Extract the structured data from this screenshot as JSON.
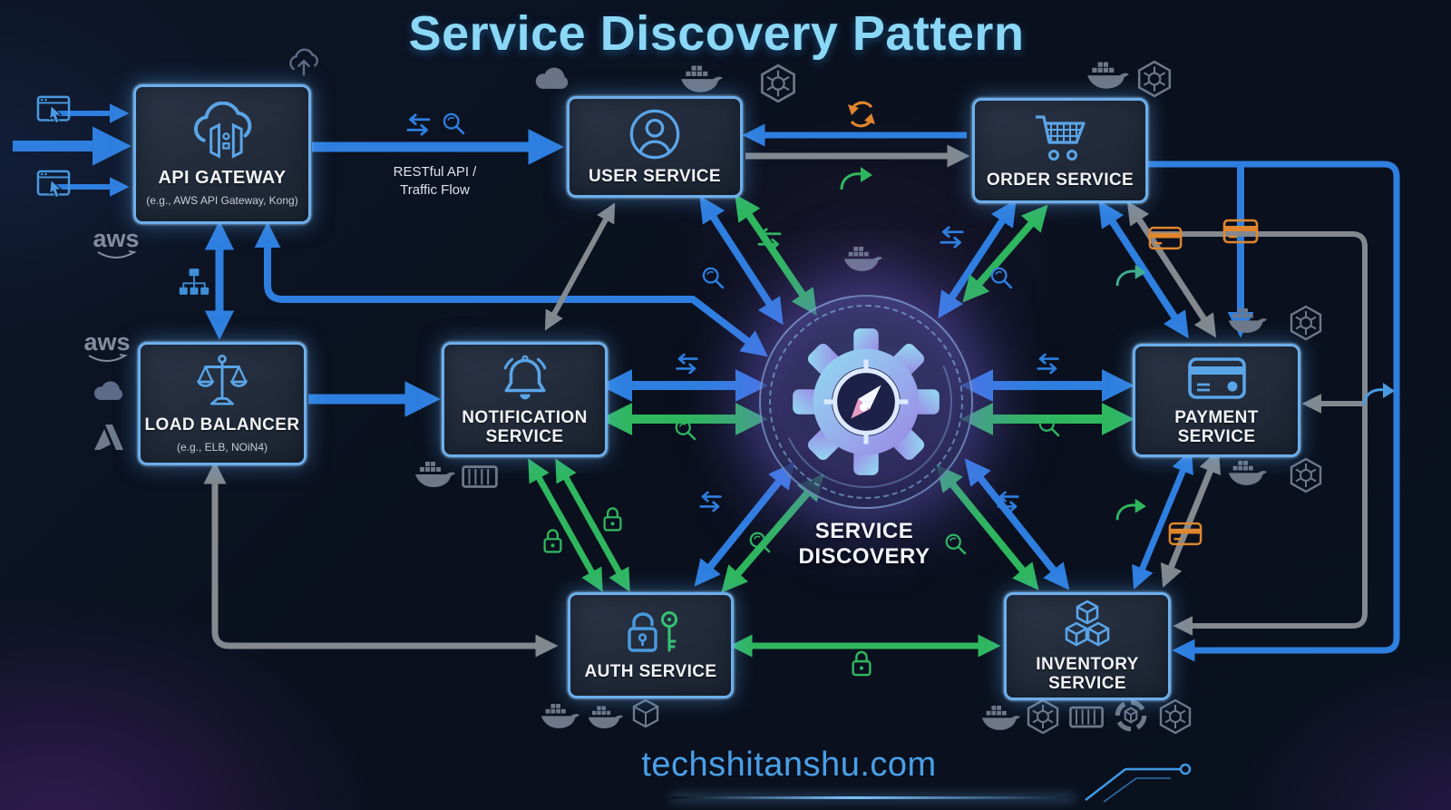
{
  "title": "Service Discovery Pattern",
  "center": {
    "label": "SERVICE DISCOVERY",
    "icon": "gear-compass-icon"
  },
  "flow_label": {
    "line1": "RESTful API /",
    "line2": "Traffic Flow"
  },
  "nodes": {
    "api_gateway": {
      "label": "API GATEWAY",
      "sublabel": "(e.g., AWS API Gateway, Kong)",
      "icon": "cloud-gateway-icon"
    },
    "user_service": {
      "label": "USER SERVICE",
      "icon": "user-icon"
    },
    "order_service": {
      "label": "ORDER SERVICE",
      "icon": "cart-icon"
    },
    "load_balancer": {
      "label": "LOAD BALANCER",
      "sublabel": "(e.g., ELB, NOiN4)",
      "icon": "scales-icon"
    },
    "notification_service": {
      "label": "NOTIFICATION SERVICE",
      "icon": "bell-icon"
    },
    "payment_service": {
      "label": "PAYMENT SERVICE",
      "icon": "credit-card-icon"
    },
    "auth_service": {
      "label": "AUTH SERVICE",
      "icon": "lock-key-icon"
    },
    "inventory_service": {
      "label": "INVENTORY SERVICE",
      "icon": "cubes-icon"
    }
  },
  "logos": {
    "aws_upper": "aws",
    "aws_lower": "aws"
  },
  "watermark": "techshitanshu.com",
  "icons": {
    "docker": "docker-icon",
    "kubernetes": "kubernetes-icon",
    "container": "container-icon",
    "cube": "cube-icon",
    "sync": "sync-arrows-icon",
    "magnifier": "search-icon",
    "lock": "lock-icon",
    "share": "share-arrow-icon",
    "refresh": "refresh-icon",
    "credit_card": "credit-card-icon",
    "browser": "browser-cursor-icon",
    "sitemap": "sitemap-icon",
    "upload_cloud": "upload-cloud-icon",
    "google_cloud": "cloud-icon",
    "azure": "azure-icon",
    "openshift": "openshift-icon"
  },
  "colors": {
    "arrow_blue": "#2e7fe0",
    "arrow_green": "#2fb75f",
    "arrow_gray": "#83898f",
    "accent_orange": "#e0862e",
    "node_border": "#6cafec",
    "title": "#8ad8f6",
    "watermark": "#4aa0e8",
    "background": "#0a101d"
  }
}
